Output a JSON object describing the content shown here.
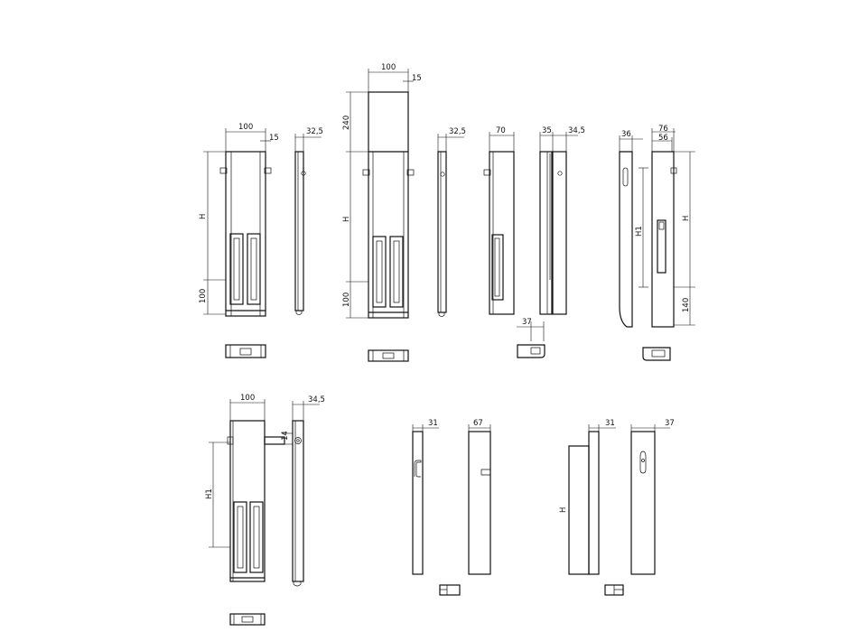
{
  "drawing": {
    "accent_color": "#111111",
    "background_color": "#ffffff",
    "dims": {
      "d100": "100",
      "d15": "15",
      "d32_5": "32,5",
      "d240": "240",
      "d70": "70",
      "d35": "35",
      "d34_5": "34,5",
      "d37": "37",
      "d36": "36",
      "d76": "76",
      "d56": "56",
      "d140": "140",
      "d67": "67",
      "d31": "31",
      "d14": "14",
      "H": "H",
      "H1": "H1"
    }
  }
}
